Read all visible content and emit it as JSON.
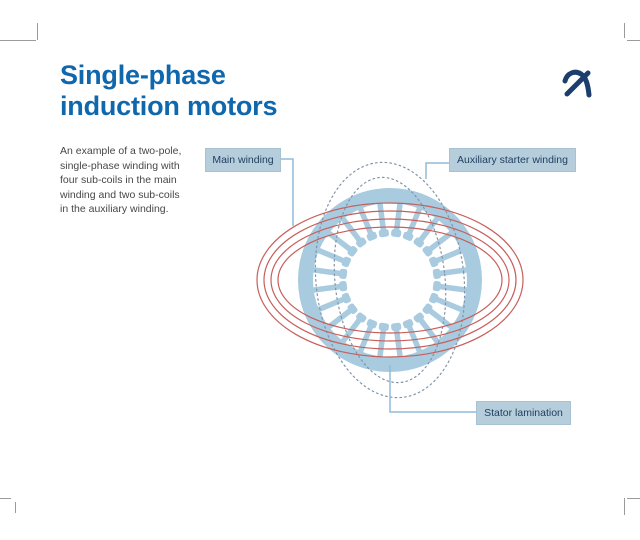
{
  "header": {
    "title_line1": "Single-phase",
    "title_line2": "induction motors",
    "logo_icon": "brand-x-logo"
  },
  "intro": {
    "lines": [
      "An example of a two-pole,",
      "single-phase winding with",
      "four sub-coils in the main",
      "winding and two sub-coils",
      "in the auxiliary winding."
    ]
  },
  "callouts": {
    "main_winding": "Main winding",
    "auxiliary_winding": "Auxiliary starter winding",
    "stator_lamination": "Stator lamination"
  },
  "diagram": {
    "slot_count": 24,
    "main_winding_subcoils": 4,
    "auxiliary_winding_subcoils": 2,
    "colors": {
      "title_blue": "#0f67ae",
      "body_text": "#474747",
      "label_fill": "#b6cedb",
      "label_text": "#1d3c5e",
      "leader_line": "#8fbcd9",
      "stator_fill": "#a8cbdf",
      "main_coil_red": "#c75f5b",
      "auxiliary_coil_gray_blue": "#8095a9",
      "logo_navy": "#1b3e6d",
      "crop_mark_gray": "#9b9b9b"
    }
  }
}
